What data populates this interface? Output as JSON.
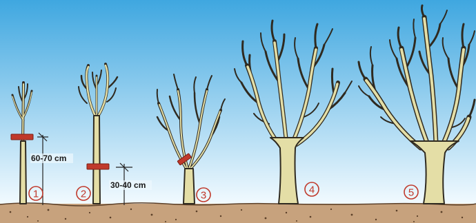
{
  "diagram": {
    "measure_1": "60-70 cm",
    "measure_2": "30-40 cm",
    "stages": [
      "1",
      "2",
      "3",
      "4",
      "5"
    ]
  },
  "colors": {
    "sky_top": "#3fa7e0",
    "sky_bottom": "#f4fbff",
    "soil": "#c7a27d",
    "trunk": "#e4dea6",
    "outline": "#2f2a20",
    "marker_band": "#c0392b",
    "stage_number": "#c0392b"
  }
}
